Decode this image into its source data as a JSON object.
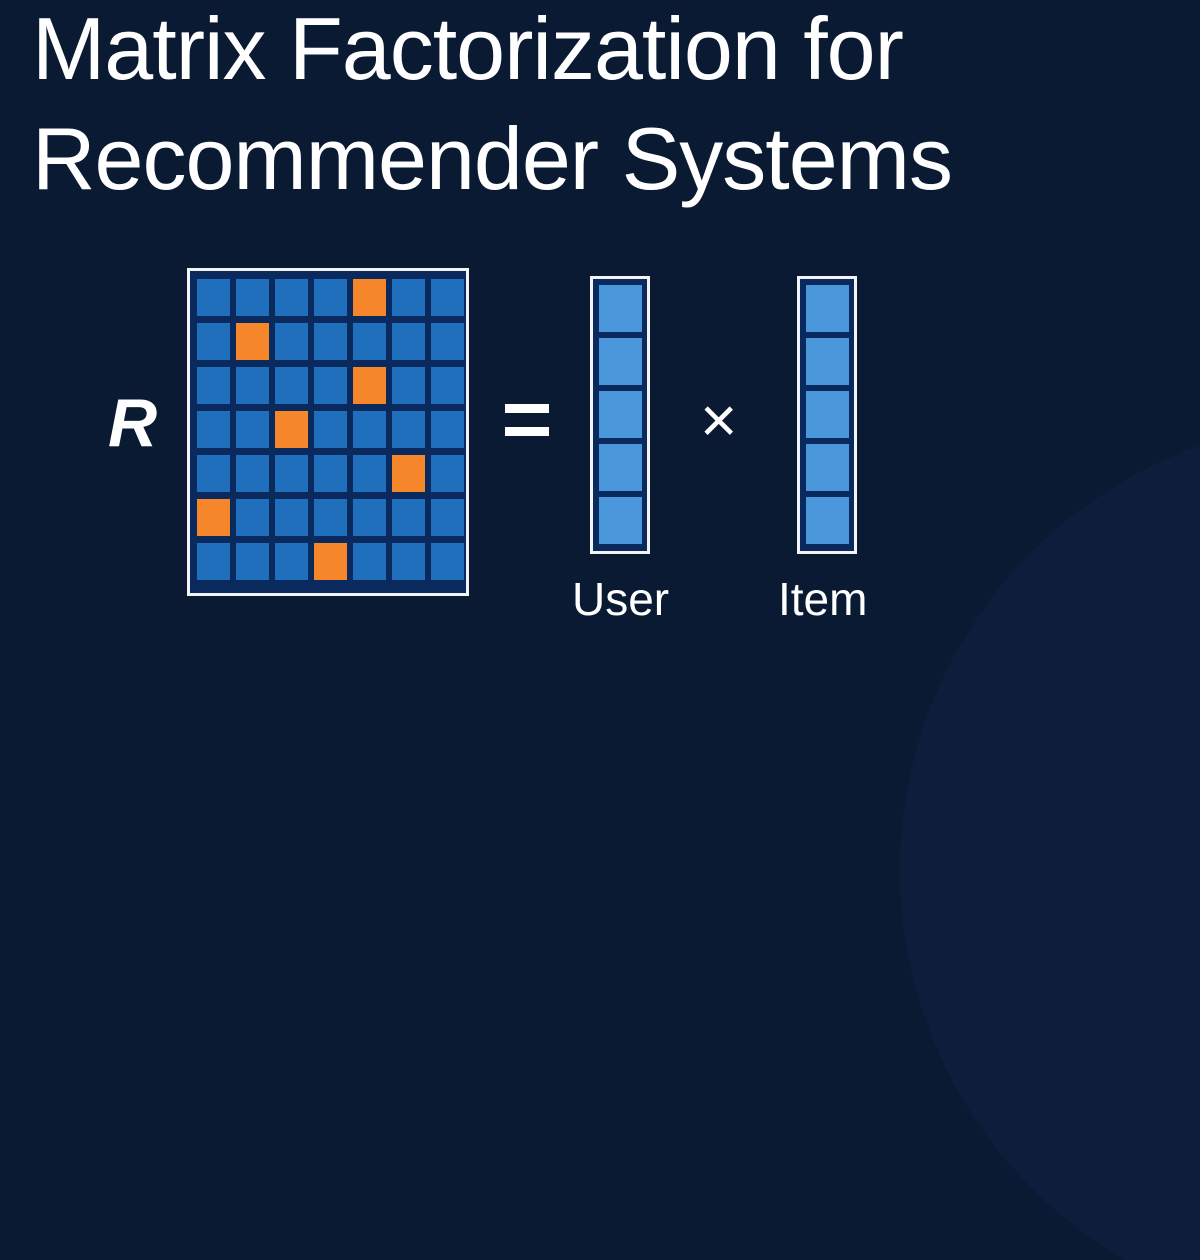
{
  "title": {
    "line1": "Matrix Factorization for",
    "line2": "Recommender Systems"
  },
  "equation": {
    "matrix_symbol": "R",
    "equals_symbol": "=",
    "times_symbol": "×",
    "user_label": "User",
    "item_label": "Item"
  },
  "matrix": {
    "rows": 7,
    "cols": 7,
    "highlighted_cells": [
      [
        0,
        4
      ],
      [
        1,
        1
      ],
      [
        2,
        4
      ],
      [
        3,
        2
      ],
      [
        4,
        5
      ],
      [
        5,
        0
      ],
      [
        6,
        3
      ]
    ]
  },
  "vectors": {
    "user_cells": 5,
    "item_cells": 5
  },
  "colors": {
    "background": "#0b1a33",
    "matrix_cell": "#1f6fbd",
    "highlight_cell": "#f5862a",
    "vector_cell": "#4a97dc",
    "frame": "#0a2a5e",
    "border": "#f2f4f8"
  }
}
